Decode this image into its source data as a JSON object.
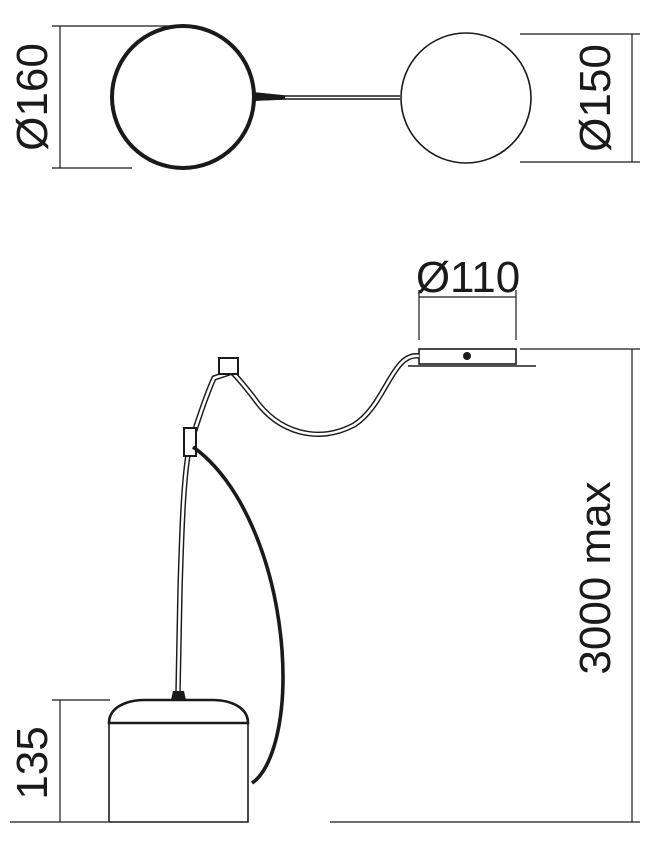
{
  "drawing": {
    "colors": {
      "line": "#1a1a1a",
      "background": "#ffffff"
    },
    "top_view": {
      "left_diameter": "Ø160",
      "right_diameter": "Ø150"
    },
    "side_view": {
      "canopy_diameter": "Ø110",
      "max_height": "3000 max",
      "shade_height": "135"
    }
  }
}
